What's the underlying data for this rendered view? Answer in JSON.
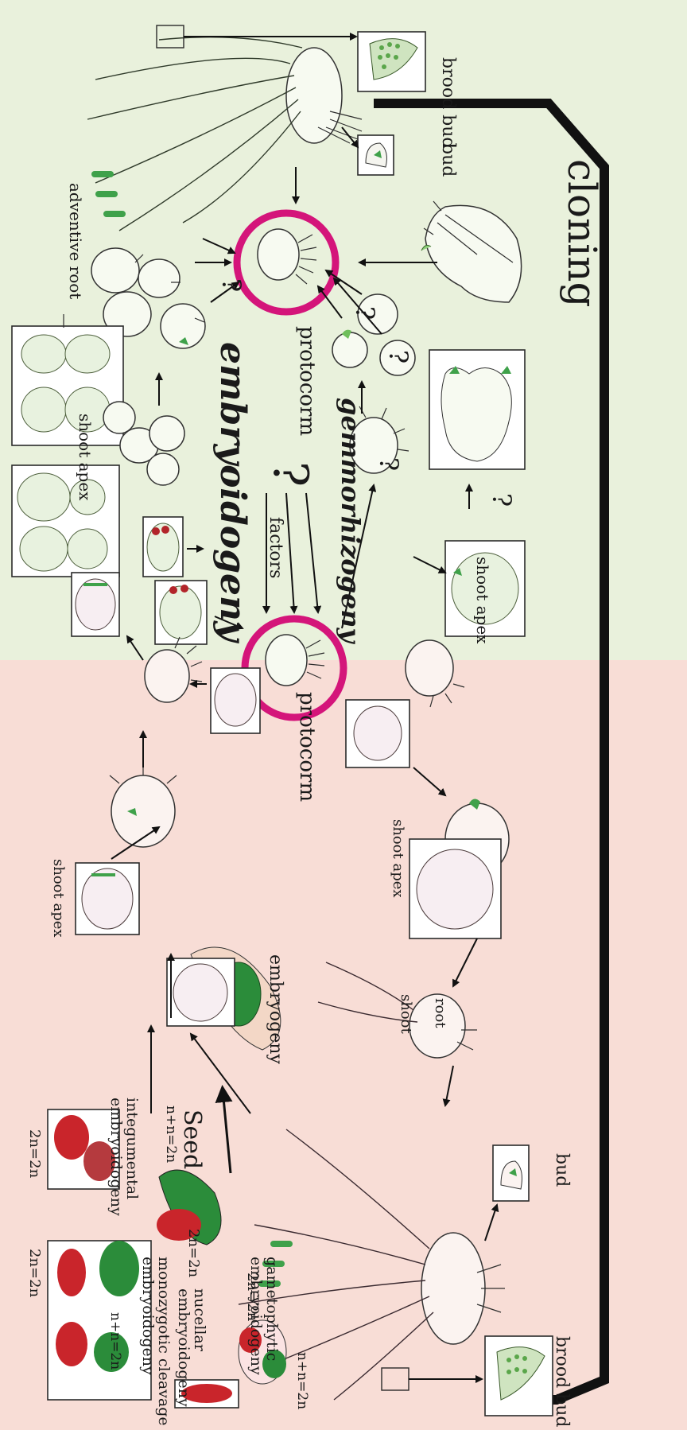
{
  "labels": {
    "brood_bud_top": "brood bud",
    "bud_top": "bud",
    "cloning": "cloning",
    "adventive_root": "adventive root",
    "protocorm_right": "protocorm",
    "shoot_apex_1": "shoot apex",
    "embryoidogeny": "embryoidogeny",
    "factors": "factors",
    "question_big": "?",
    "gemmorhizogeny": "gemmorhizogeny",
    "question_1": "?",
    "question_2": "?",
    "question_3": "?",
    "question_4": "?",
    "question_5": "?",
    "shoot_apex_2": "shoot apex",
    "protocorm_left": "protocorm",
    "shoot_apex_3": "shoot apex",
    "shoot_apex_4": "shoot apex",
    "embryogeny": "embryogeny",
    "shoot": "shoot",
    "root": "root",
    "two_n_a": "2n=2n",
    "two_n_b": "2n=2n",
    "integumental": "integumental\nembryoidogeny",
    "monozygotic": "monozygotic cleavage\nembryoidogeny",
    "n_plus_n_a": "n+n=2n",
    "n_plus_n_b": "n+n=2n",
    "seed": "Seed",
    "two_n_c": "2n=2n",
    "nucellar": "nucellar\nembryoidogeny",
    "two_n_d": "2n=2n",
    "gametophytic": "gametophytic\nembryoidogeny",
    "n_plus_n_c": "n+n=2n",
    "bud_bottom": "bud",
    "brood_bud_bottom": "brood bud"
  },
  "colors": {
    "bg_green": "#e9f1dc",
    "bg_pink": "#f8ddd6",
    "magenta": "#d4157a",
    "green_text": "#2e9e3c",
    "seed_green": "#2e9e3c",
    "embryo_red": "#c9252b",
    "embryo_green": "#2b8c3a"
  }
}
